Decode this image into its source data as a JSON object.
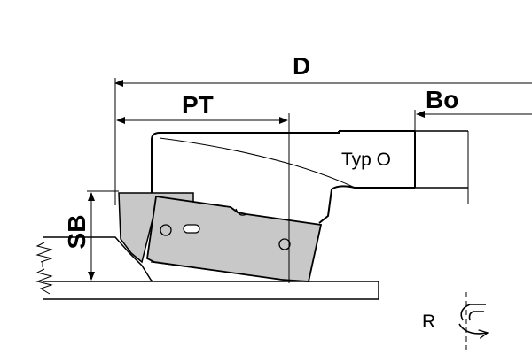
{
  "labels": {
    "diameter": "D",
    "projection": "PT",
    "bore": "Bo",
    "cut_depth": "SB",
    "type": "Typ O",
    "rotation": "R"
  },
  "colors": {
    "line": "#000000",
    "knife_fill": "#c8c8c8",
    "background": "#ffffff"
  },
  "icons": {
    "rotation": "rotation-arrow-icon"
  }
}
